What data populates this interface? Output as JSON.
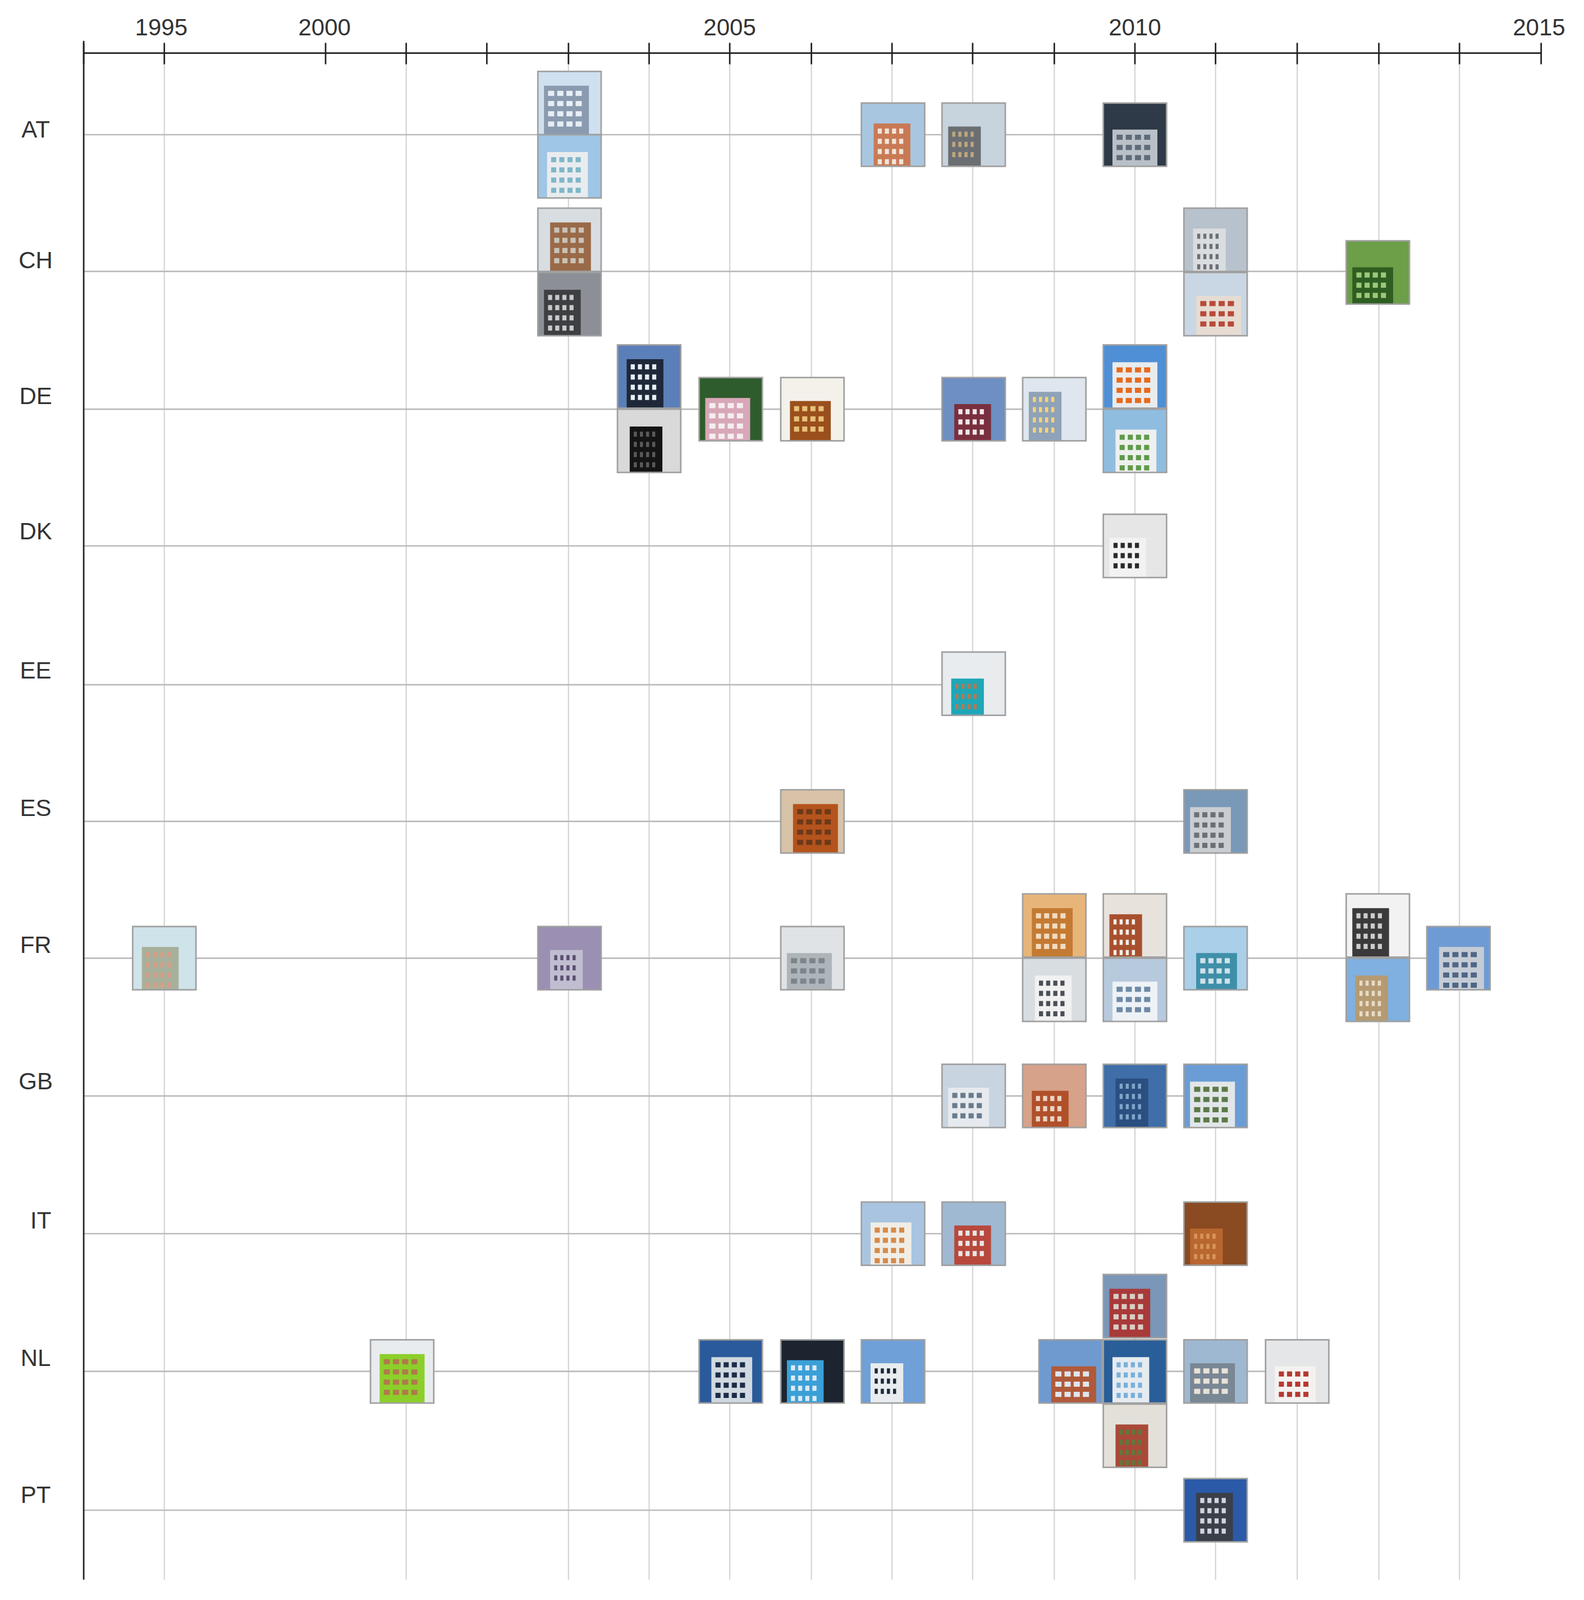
{
  "diagram": {
    "labels": [
      "1995",
      "2000",
      "2005",
      "2010",
      "2015",
      "AT",
      "CH",
      "DE",
      "DK",
      "EE",
      "ES",
      "FR",
      "GB",
      "IT",
      "NL",
      "PT"
    ]
  }
}
